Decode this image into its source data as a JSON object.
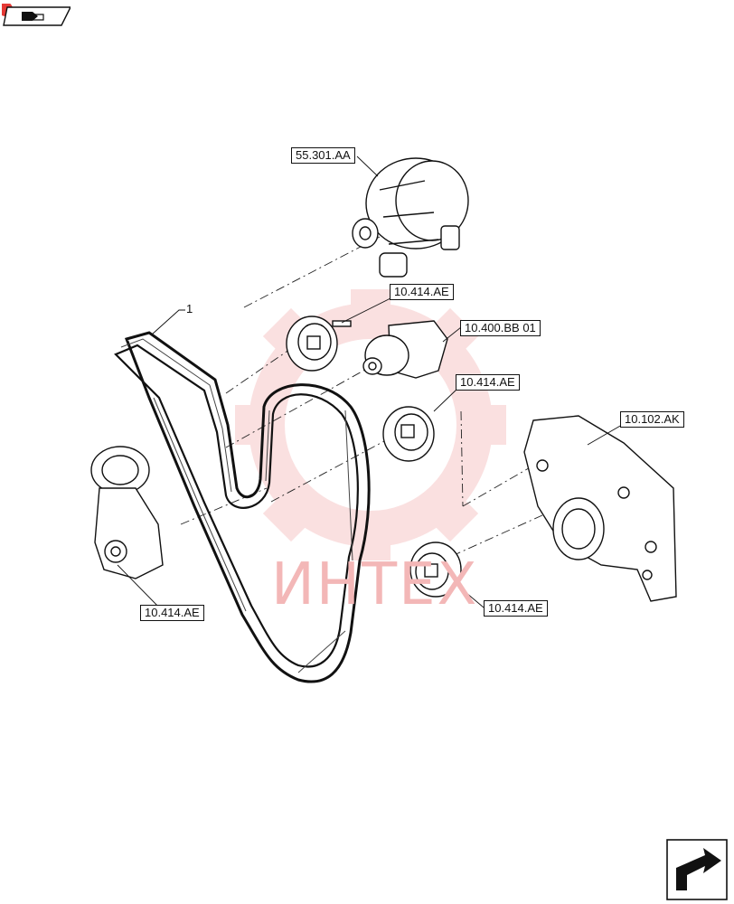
{
  "toolbar": {
    "badge_icon": "red-circle-badge",
    "back_icon": "back-sheet-icon"
  },
  "callouts": {
    "alternator": "55.301.AA",
    "idler_top": "10.414.AE",
    "tensioner_mid": "10.400.BB 01",
    "idler_mid": "10.414.AE",
    "front_cover": "10.102.AK",
    "tensioner_left": "10.414.AE",
    "idler_bottom": "10.414.AE"
  },
  "belt_item_number": "1",
  "watermark": {
    "text": "ИНТЕХ",
    "color": "#f3b7b7",
    "gear_color": "#f6c8c8"
  },
  "footer": {
    "next_icon": "next-sheet-arrow-icon"
  }
}
